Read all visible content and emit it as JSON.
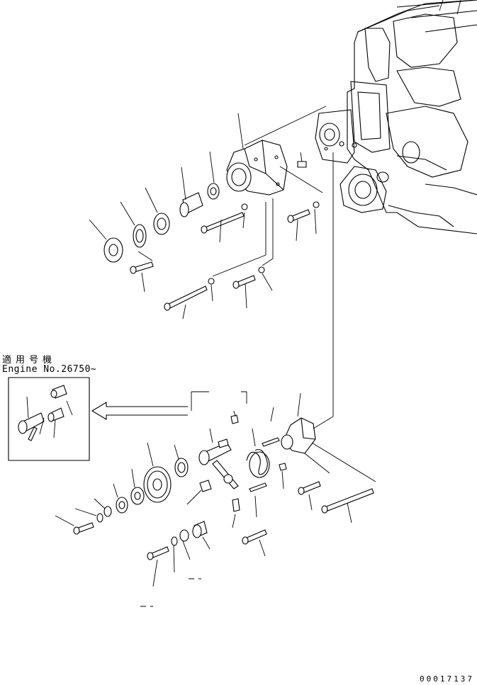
{
  "applicability_label": "適用号機",
  "engine_number_label": "Engine No.26750~",
  "drawing_number": "00017137"
}
